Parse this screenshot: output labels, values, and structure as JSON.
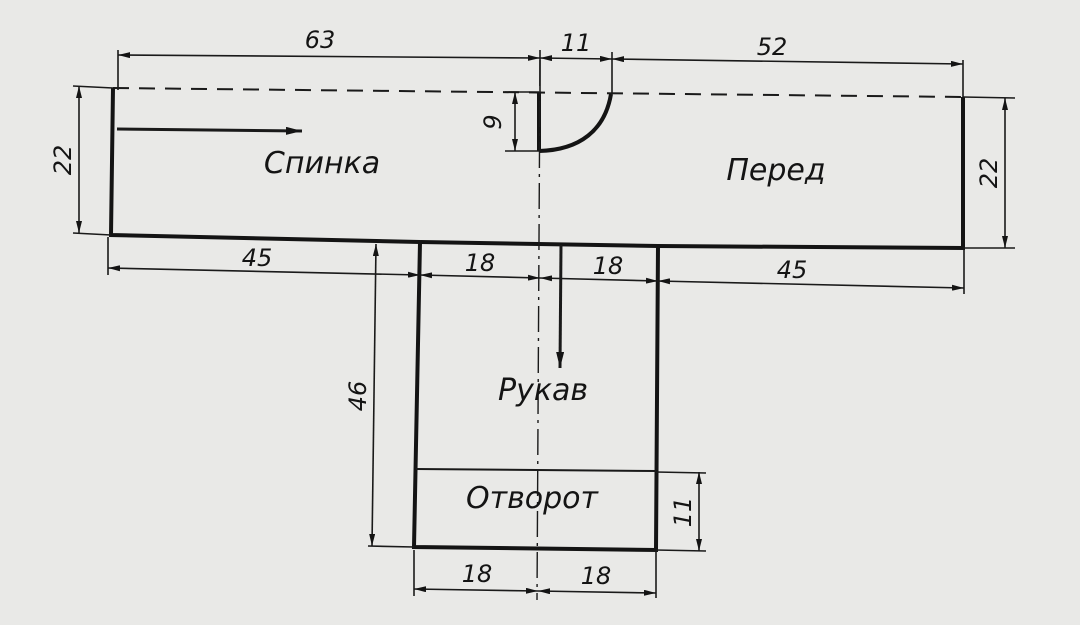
{
  "pieces": {
    "back": "Спинка",
    "front": "Перед",
    "sleeve": "Рукав",
    "cuff": "Отворот"
  },
  "dimensions": {
    "back_length": "63",
    "neck_width": "11",
    "front_length": "52",
    "neck_depth": "9",
    "body_height_left": "22",
    "body_height_right": "22",
    "body_bottom_left": "45",
    "sleeve_half_left": "18",
    "sleeve_half_right": "18",
    "body_bottom_right": "45",
    "sleeve_length": "46",
    "cuff_height": "11",
    "cuff_half_left": "18",
    "cuff_half_right": "18"
  }
}
